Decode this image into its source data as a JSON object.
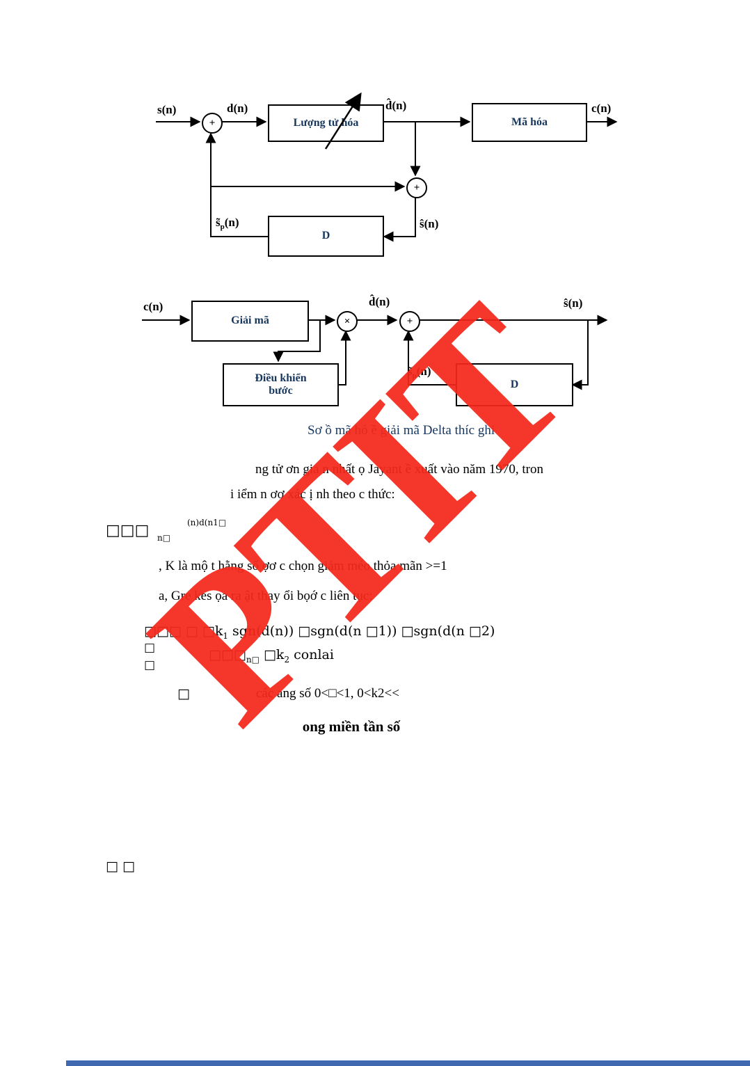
{
  "watermark": {
    "text": "PTIT",
    "color": "#f5281b"
  },
  "footer": {
    "bar_color": "#4068b0"
  },
  "encoder": {
    "s_in": "s(n)",
    "d": "d(n)",
    "quantizer": "Lượng tử hóa",
    "d_hat": "d̂(n)",
    "coder": "Mã hóa",
    "c_out": "c(n)",
    "sum1": "+",
    "sum2": "+",
    "delay": "D",
    "s_tilde_base": "s̃",
    "s_tilde_sub": "p",
    "s_tilde_arg": "(n)",
    "s_hat": "ŝ(n)"
  },
  "decoder": {
    "c_in": "c(n)",
    "decoder_box": "Giải mã",
    "mult": "×",
    "sum": "+",
    "d_hat": "d̂(n)",
    "s_hat": "ŝ(n)",
    "step_line1": "Điều khiển",
    "step_line2": "bước",
    "delay": "D",
    "s_tilde_base": "s̃",
    "s_tilde_sub": "p",
    "s_tilde_arg": "(n)"
  },
  "text": {
    "caption": "Sơ ồ   mã hó   ề giải mã Delta thíc   ghi",
    "para1_line1": "ng tử ơn gia  n nhất ọ        Jayant ề     xuất vào năm 1970, tron",
    "para1_line2": "i iểm n ơơ xác ị      nh theo c      thức:",
    "formula1_boxes": "□□□",
    "formula1_sub": "n□",
    "formula1_sup": "(n)d(n1□",
    "para2": ", K là mộ t hằng số ợơ c chọn     giảm méo thỏa mãn >=1",
    "para3": "a, Gre  kes ọa ra    ật thay ổi bọớ c liên tục:",
    "f2l1_a": "□□□ □  □k",
    "f2l1_sub": "1",
    "f2l1_b": "    sgn(d(n))  □sgn(d(n □1)) □sgn(d(n □2)",
    "brace_mid": "□",
    "f2l2_a": "□□□",
    "f2l2_sub1": "n□",
    "f2l2_b": " □k",
    "f2l2_sub2": "2",
    "f2l2_c": "      conlai",
    "brace_bot": "□",
    "const_box": "□",
    "constants_line": "các   ang số 0<□<1, 0<k2<<",
    "heading": "ong miền tần số",
    "bottom_boxes": "□ □"
  }
}
